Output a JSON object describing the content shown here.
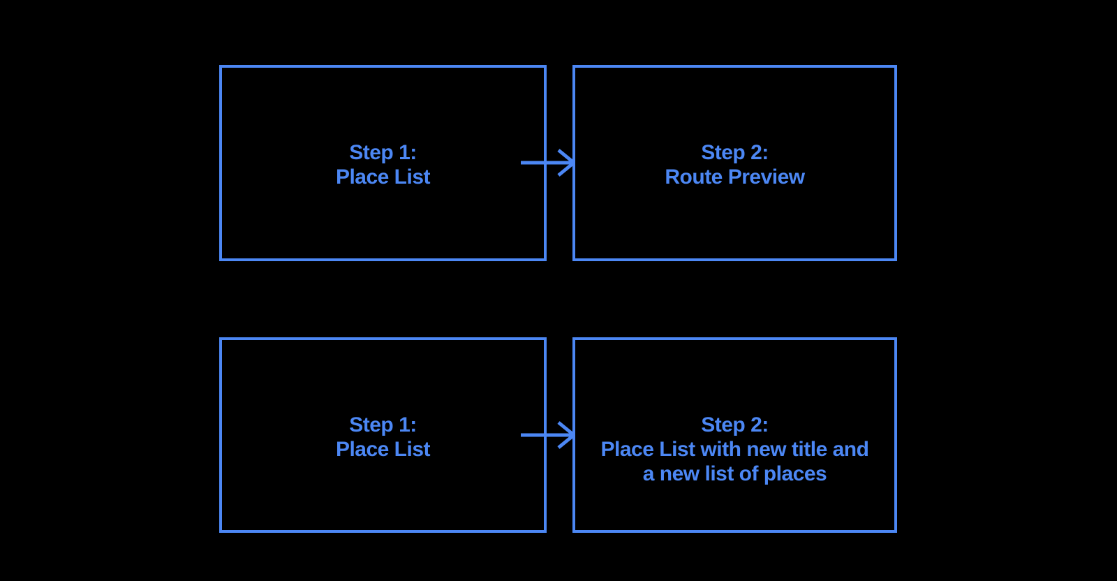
{
  "colors": {
    "background": "#000000",
    "accent_blue": "#4C87F4"
  },
  "diagram": {
    "rows": [
      {
        "from": {
          "label": "Step 1:\nPlace List"
        },
        "connector": "arrow-right",
        "to": {
          "label": "Step 2:\nRoute Preview"
        }
      },
      {
        "from": {
          "label": "Step 1:\nPlace List"
        },
        "connector": "arrow-right",
        "to": {
          "label": "Step 2:\nPlace List with new title and\na new list of places"
        }
      }
    ]
  }
}
